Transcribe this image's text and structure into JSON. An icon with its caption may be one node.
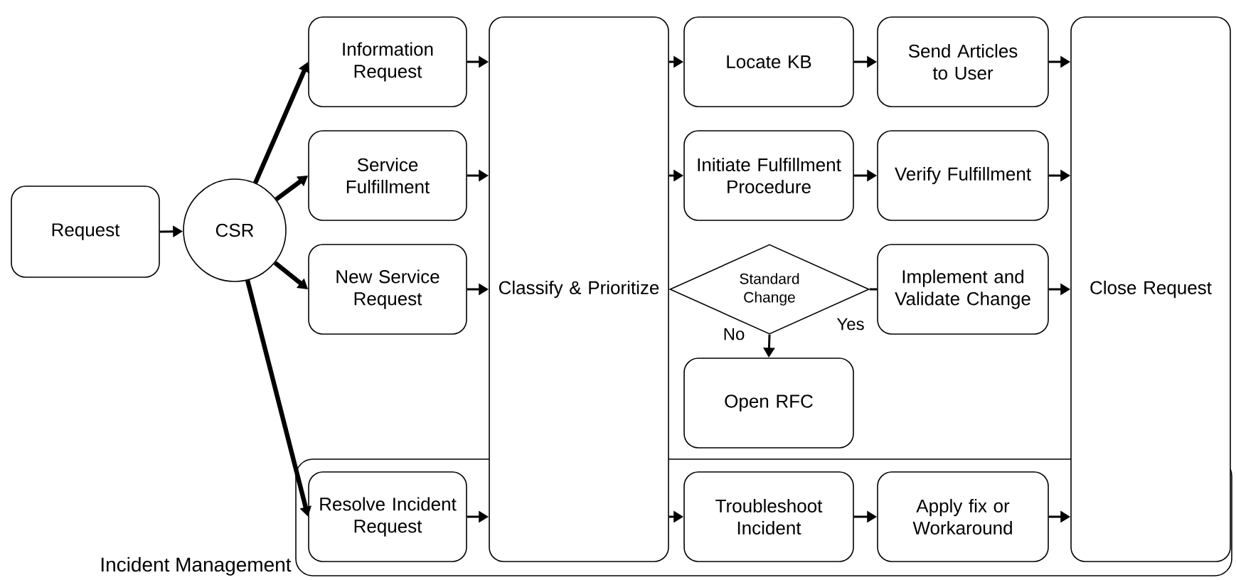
{
  "diagram": {
    "nodes": [
      {
        "text": [
          "Request"
        ]
      },
      {
        "text": [
          "CSR"
        ]
      },
      {
        "text": [
          "Information Request"
        ]
      },
      {
        "text": [
          "Service Fulfillment"
        ]
      },
      {
        "text": [
          "New Service Request"
        ]
      },
      {
        "text": [
          "Incident Management"
        ]
      },
      {
        "text": [
          "Resolve Incident Request"
        ],
        "in": 5
      },
      {
        "text": [
          "Classify & Prioritize"
        ]
      },
      {
        "text": [
          "Locate KB"
        ]
      },
      {
        "text": [
          "Send Articles to User"
        ]
      },
      {
        "text": [
          "Initiate Fulfillment Procedure"
        ]
      },
      {
        "text": [
          "Verify Fulfillment"
        ]
      },
      {
        "text": [
          "Standard Change"
        ]
      },
      {
        "text": [
          "Implement and Validate Change"
        ]
      },
      {
        "text": [
          "Open RFC"
        ]
      },
      {
        "text": [
          "Troubleshoot Incident"
        ],
        "in": 5
      },
      {
        "text": [
          "Apply fix or Workaround"
        ],
        "in": 5
      },
      {
        "text": [
          "Close Request"
        ]
      }
    ],
    "edges": [
      {
        "from": 0,
        "to": 1,
        "arrow": "to"
      },
      {
        "from": 1,
        "to": 2,
        "arrow": "to",
        "style": "thick"
      },
      {
        "from": 1,
        "to": 3,
        "arrow": "to",
        "style": "thick"
      },
      {
        "from": 1,
        "to": 4,
        "arrow": "to",
        "style": "thick"
      },
      {
        "from": 1,
        "to": 6,
        "arrow": "to",
        "style": "thick"
      },
      {
        "from": 2,
        "to": 7,
        "arrow": "to"
      },
      {
        "from": 3,
        "to": 7,
        "arrow": "to"
      },
      {
        "from": 4,
        "to": 7,
        "arrow": "to"
      },
      {
        "from": 6,
        "to": 7,
        "arrow": "to"
      },
      {
        "from": 7,
        "to": 8,
        "arrow": "to"
      },
      {
        "from": 7,
        "to": 10,
        "arrow": "to"
      },
      {
        "from": 7,
        "to": 15,
        "arrow": "to"
      },
      {
        "from": 8,
        "to": 9,
        "arrow": "to"
      },
      {
        "from": 10,
        "to": 11,
        "arrow": "to"
      },
      {
        "from": 12,
        "to": 13,
        "arrow": "none",
        "label": "Yes"
      },
      {
        "from": 12,
        "to": 14,
        "arrow": "to",
        "label": "No"
      },
      {
        "from": 15,
        "to": 16,
        "arrow": "to"
      },
      {
        "from": 9,
        "to": 17,
        "arrow": "to"
      },
      {
        "from": 11,
        "to": 17,
        "arrow": "to"
      },
      {
        "from": 13,
        "to": 17,
        "arrow": "to"
      },
      {
        "from": 16,
        "to": 17,
        "arrow": "to"
      }
    ]
  }
}
